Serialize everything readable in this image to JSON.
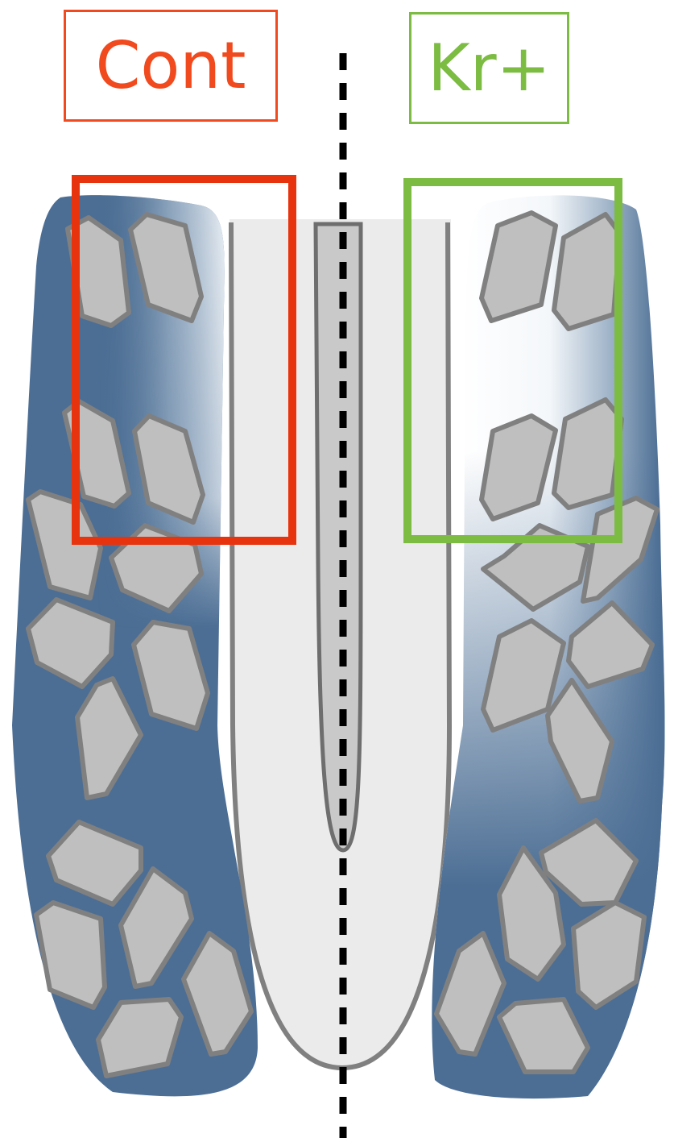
{
  "labels": {
    "control": "Cont",
    "kr_positive": "Kr+"
  },
  "colors": {
    "control_accent": "#f04a1e",
    "control_box": "#e8330f",
    "kr_accent": "#7cbc43",
    "mesoderm_blue": "#4c6e94",
    "cell_fill": "#bfbfbf",
    "cell_stroke": "#808080",
    "furrow_fill": "#ebebeb",
    "midline": "#000000"
  },
  "icons": {
    "midline": "dashed-midline",
    "cells": "polygon-cell"
  }
}
